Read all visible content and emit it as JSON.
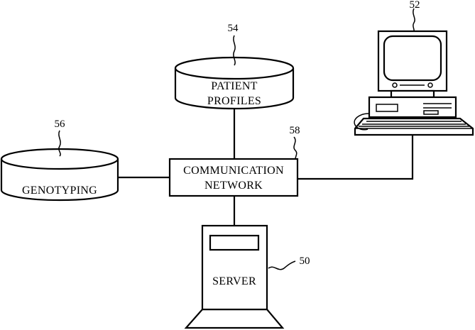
{
  "diagram": {
    "nodes": {
      "patient_profiles": {
        "ref": "54",
        "line1": "PATIENT",
        "line2": "PROFILES"
      },
      "genotyping": {
        "ref": "56",
        "label": "GENOTYPING"
      },
      "communication_network": {
        "ref": "58",
        "line1": "COMMUNICATION",
        "line2": "NETWORK"
      },
      "server": {
        "ref": "50",
        "label": "SERVER"
      },
      "computer": {
        "ref": "52"
      }
    },
    "connections": [
      {
        "from": "patient_profiles",
        "to": "communication_network"
      },
      {
        "from": "genotyping",
        "to": "communication_network"
      },
      {
        "from": "communication_network",
        "to": "server"
      },
      {
        "from": "communication_network",
        "to": "computer"
      }
    ]
  }
}
